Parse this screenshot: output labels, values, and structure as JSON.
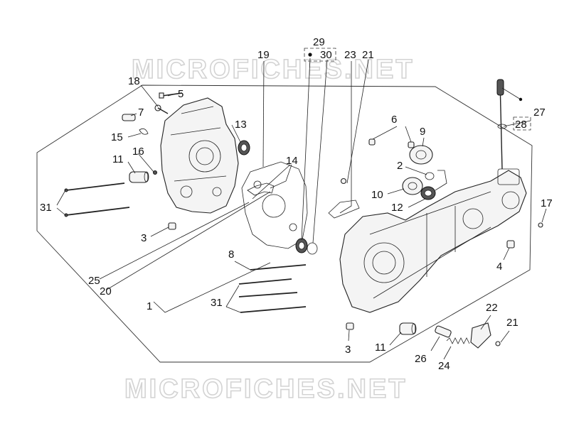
{
  "watermark": "MICROFICHES.NET",
  "callouts": {
    "n29": "29",
    "n30": "30",
    "n19": "19",
    "n23": "23",
    "n21a": "21",
    "n18": "18",
    "n5": "5",
    "n7": "7",
    "n13": "13",
    "n15": "15",
    "n16": "16",
    "n11a": "11",
    "n14": "14",
    "n6": "6",
    "n9": "9",
    "n27": "27",
    "n28": "28",
    "n2": "2",
    "n10": "10",
    "n12": "12",
    "n17": "17",
    "n31a": "31",
    "n3a": "3",
    "n8": "8",
    "n25": "25",
    "n20": "20",
    "n4": "4",
    "n1": "1",
    "n31b": "31",
    "n22": "22",
    "n21b": "21",
    "n3b": "3",
    "n11b": "11",
    "n26": "26",
    "n24": "24"
  }
}
